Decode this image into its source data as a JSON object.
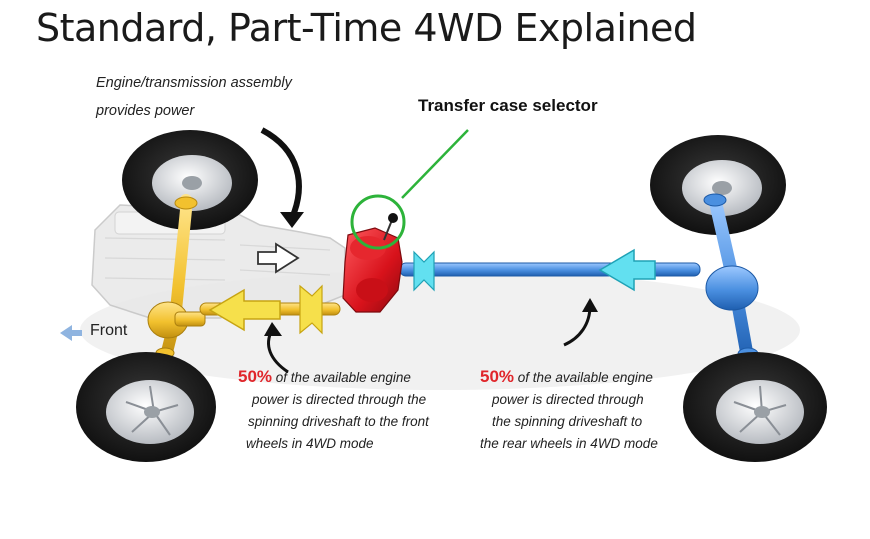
{
  "title": "Standard, Part-Time 4WD Explained",
  "engine_note": {
    "line1": "Engine/transmission assembly",
    "line2": "provides power"
  },
  "selector_label": "Transfer case selector",
  "front_label": "Front",
  "front_note": {
    "percent": "50%",
    "line1": "of the available engine",
    "line2": "power is directed through the",
    "line3": "spinning driveshaft to the front",
    "line4": "wheels in 4WD mode"
  },
  "rear_note": {
    "percent": "50%",
    "line1": "of the available engine",
    "line2": "power is directed through",
    "line3": "the spinning driveshaft to",
    "line4": "the rear wheels in 4WD mode"
  },
  "colors": {
    "front_axle": "#f2c12e",
    "rear_axle": "#4a8fe0",
    "transfer_case": "#d8121b",
    "selector_ring": "#2db33a",
    "percent_text": "#e0262b",
    "front_arrow": "#8fb4e0"
  },
  "icons": [
    "front-arrow-icon",
    "power-arrow-icon",
    "drive-arrow-icon"
  ]
}
